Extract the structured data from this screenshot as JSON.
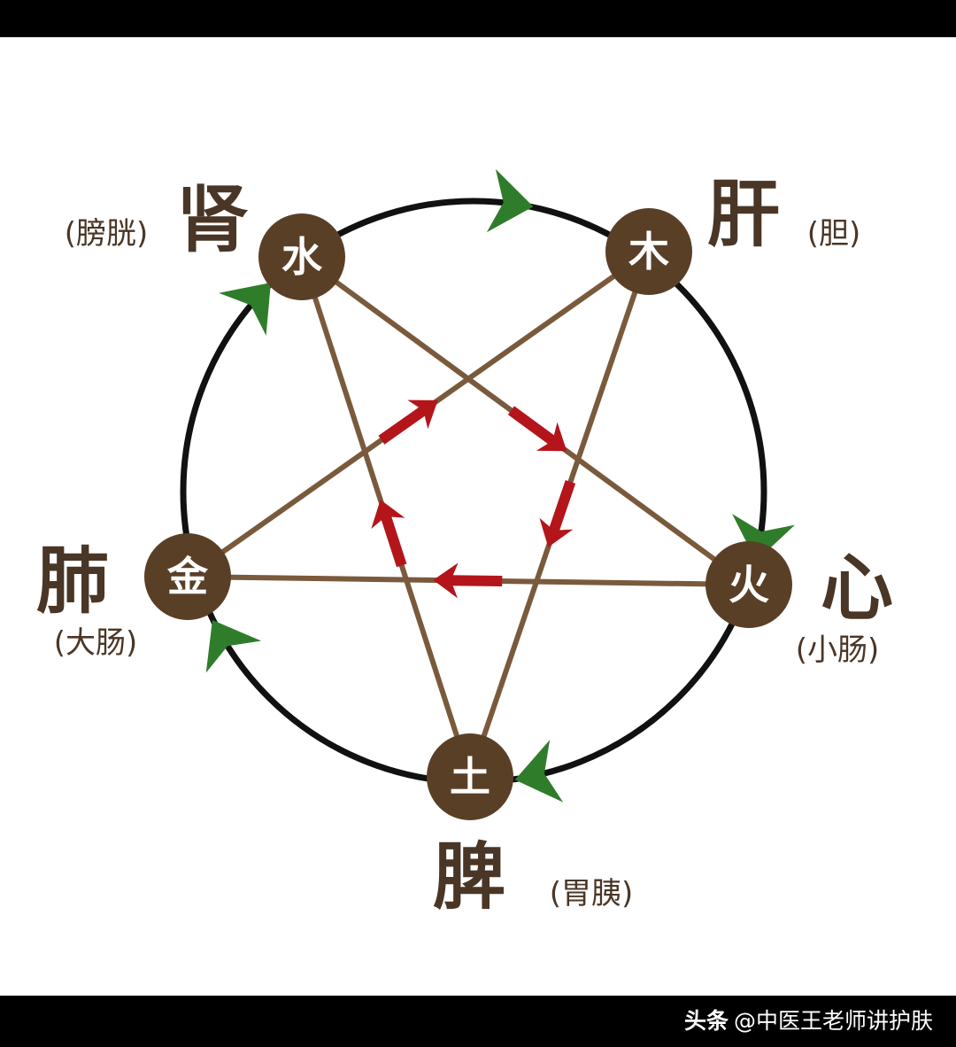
{
  "colors": {
    "node_fill": "#5a3f27",
    "line": "#7a5a3c",
    "circle": "#111111",
    "generating_arrow": "#2f7d2a",
    "controlling_arrow": "#b3151b",
    "text": "#4a3626"
  },
  "elements": [
    {
      "key": "water",
      "element": "水",
      "organ": "肾",
      "paired": "(膀胱)"
    },
    {
      "key": "wood",
      "element": "木",
      "organ": "肝",
      "paired": "(胆)"
    },
    {
      "key": "fire",
      "element": "火",
      "organ": "心",
      "paired": "(小肠)"
    },
    {
      "key": "earth",
      "element": "土",
      "organ": "脾",
      "paired": "(胃胰)"
    },
    {
      "key": "metal",
      "element": "金",
      "organ": "肺",
      "paired": "(大肠)"
    }
  ],
  "generating_cycle": [
    "水",
    "木",
    "火",
    "土",
    "金"
  ],
  "controlling_cycle": [
    "水",
    "火",
    "金",
    "木",
    "土"
  ],
  "watermark": {
    "brand": "头条",
    "account": "@中医王老师讲护肤"
  }
}
